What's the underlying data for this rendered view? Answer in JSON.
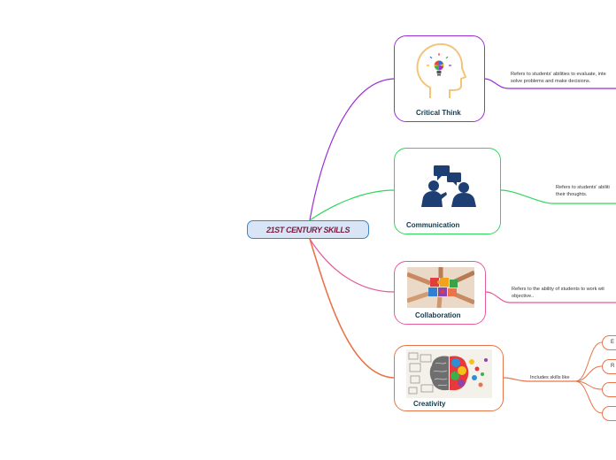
{
  "root": {
    "title": "21ST CENTURY SKILLS"
  },
  "branches": [
    {
      "title": "Critical Think",
      "color": "#9b2fd6",
      "icon": "lightbulb-head-icon",
      "desc": [
        "Refers to students' abilities to evaluate, inte",
        "solve problems and make decisions."
      ]
    },
    {
      "title": "Communication",
      "color": "#2fd65c",
      "icon": "people-talking-icon",
      "desc": [
        "Refers to students' abiliti",
        "their thoughts."
      ]
    },
    {
      "title": "Collaboration",
      "color": "#e65b9a",
      "icon": "puzzle-hands-image",
      "desc": [
        "Refers to the ability of students to work wit",
        "objective.."
      ]
    },
    {
      "title": "Creativity",
      "color": "#e8744a",
      "icon": "brain-art-image",
      "desc": [
        "Includes skills like"
      ],
      "subitems": [
        "E",
        "R",
        "",
        ""
      ]
    }
  ]
}
